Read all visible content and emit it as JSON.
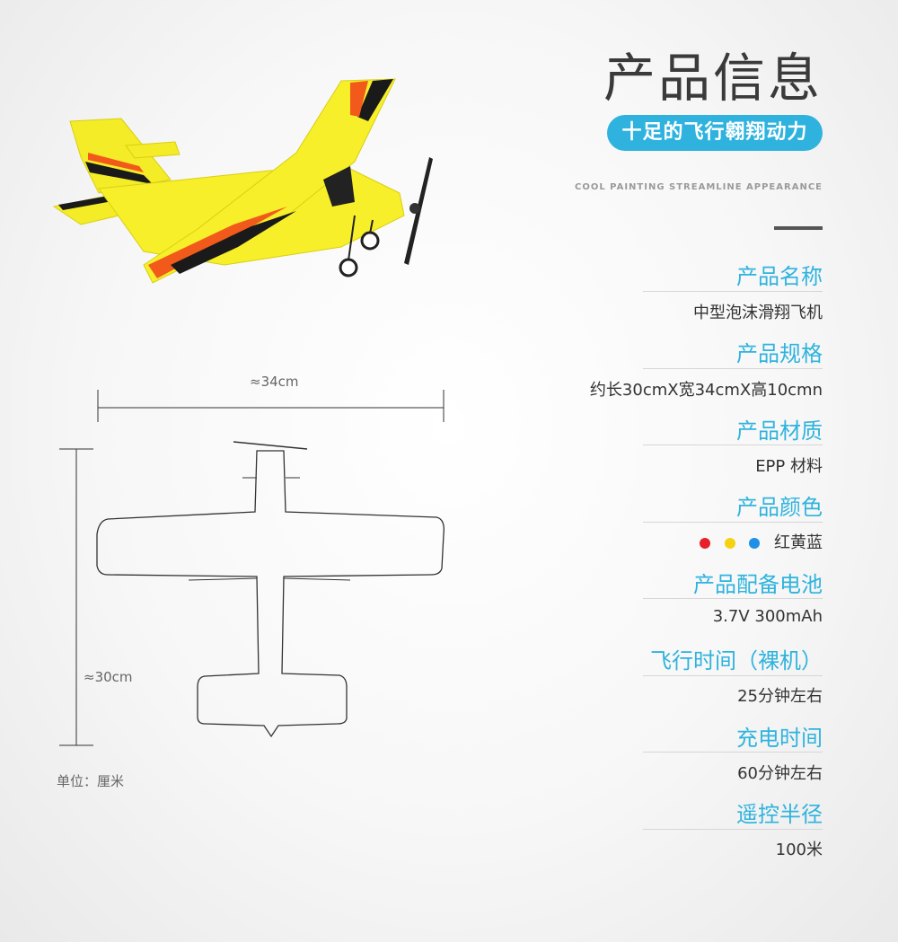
{
  "header": {
    "title": "产品信息",
    "slogan": "十足的飞行翱翔动力",
    "subline": "COOL PAINTING STREAMLINE APPEARANCE"
  },
  "specs": [
    {
      "label": "产品名称",
      "value": "中型泡沫滑翔飞机"
    },
    {
      "label": "产品规格",
      "value": "约长30cmX宽34cmX高10cmn"
    },
    {
      "label": "产品材质",
      "value": "EPP 材料"
    },
    {
      "label": "产品颜色",
      "value": "红黄蓝"
    },
    {
      "label": "产品配备电池",
      "value": "3.7V 300mAh"
    },
    {
      "label": "飞行时间（裸机）",
      "value": "25分钟左右"
    },
    {
      "label": "充电时间",
      "value": "60分钟左右"
    },
    {
      "label": "遥控半径",
      "value": "100米"
    }
  ],
  "colors": {
    "accent": "#2fb3de",
    "swatch_red": "#e8202a",
    "swatch_yellow": "#f6d20e",
    "swatch_blue": "#1e90e6",
    "plane_yellow": "#f7ef2a"
  },
  "diagram": {
    "width_label": "≈34cm",
    "length_label": "≈30cm",
    "unit_label": "单位：厘米"
  }
}
